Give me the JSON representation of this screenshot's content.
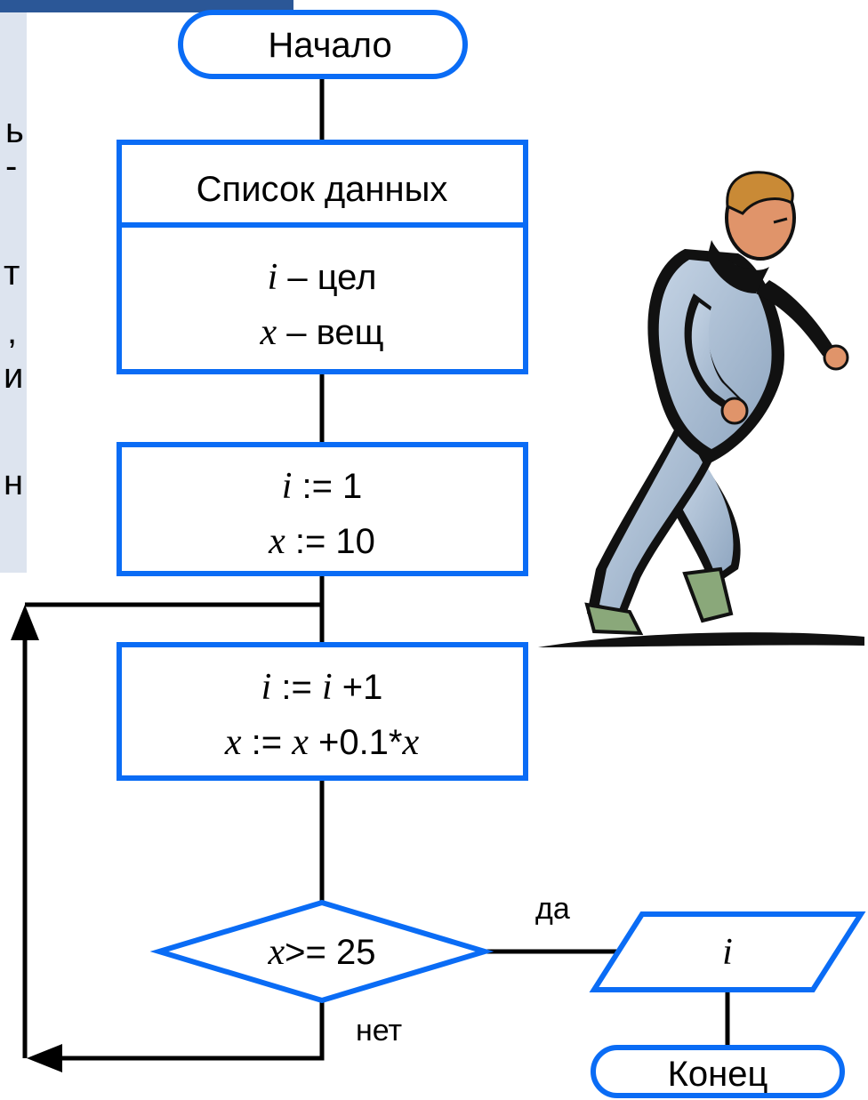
{
  "colors": {
    "block_stroke": "#0a6cf5",
    "panel_background": "#dde4ef",
    "header_bar": "#2b5797",
    "connector": "#000000"
  },
  "side_panel": {
    "fragments": [
      "ь",
      "-",
      "т",
      ",",
      "и",
      "н"
    ]
  },
  "flowchart": {
    "start": "Начало",
    "data_list_title": "Список данных",
    "declarations": [
      {
        "var": "i",
        "rest": " – цел"
      },
      {
        "var": "x",
        "rest": " – вещ"
      }
    ],
    "init": [
      {
        "var": "i",
        "rest": " := 1"
      },
      {
        "var": "x",
        "rest": " := 10"
      }
    ],
    "loop_body": {
      "line1": {
        "v1": "i",
        "mid": " := ",
        "v2": "i",
        "tail": " +1"
      },
      "line2": {
        "v1": "x",
        "mid": " := ",
        "v2": "x",
        "tail": " +0.1*",
        "v3": "x"
      }
    },
    "condition": {
      "var": "x",
      "rest": ">= 25"
    },
    "yes_label": "да",
    "no_label": "нет",
    "output": "i",
    "end": "Конец"
  },
  "illustration": "running-man-clipart"
}
